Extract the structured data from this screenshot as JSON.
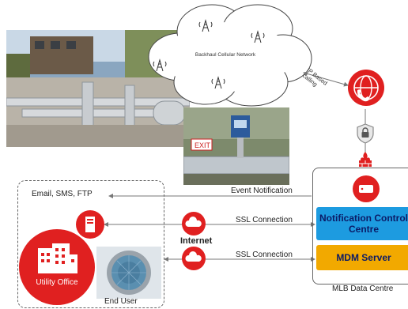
{
  "cloud": {
    "label": "Backhaul Cellular Network"
  },
  "ip_link": {
    "label_line1": "IP Based",
    "label_line2": "calling"
  },
  "data_centre": {
    "label": "MLB Data Centre",
    "notification_control": "Notification Control Centre",
    "mdm_server": "MDM Server"
  },
  "links": {
    "event_notification": "Event Notification",
    "ssl_1": "SSL Connection",
    "ssl_2": "SSL Connection",
    "email_sms_ftp": "Email, SMS, FTP",
    "internet": "Internet"
  },
  "user_side": {
    "utility_office": "Utility Office",
    "end_user": "End User"
  },
  "colors": {
    "red": "#e02020",
    "blue": "#1d9be0",
    "orange": "#f2a900",
    "navy": "#0b1a66"
  }
}
